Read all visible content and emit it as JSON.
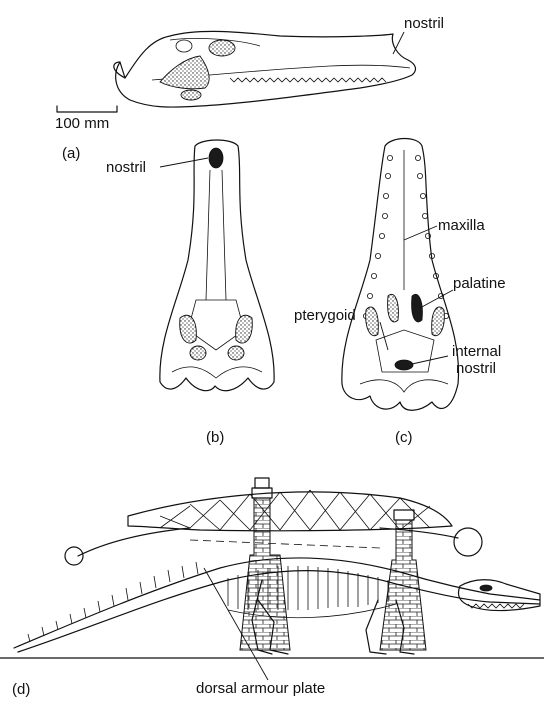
{
  "labels": {
    "nostril_a": "nostril",
    "scale": "100 mm",
    "panel_a": "(a)",
    "nostril_b": "nostril",
    "maxilla": "maxilla",
    "palatine": "palatine",
    "pterygoid": "pterygoid",
    "internal_nostril_1": "internal",
    "internal_nostril_2": "nostril",
    "panel_b": "(b)",
    "panel_c": "(c)",
    "panel_d": "(d)",
    "dorsal_armour_plate": "dorsal armour plate"
  },
  "colors": {
    "ink": "#111111",
    "background": "#ffffff"
  }
}
